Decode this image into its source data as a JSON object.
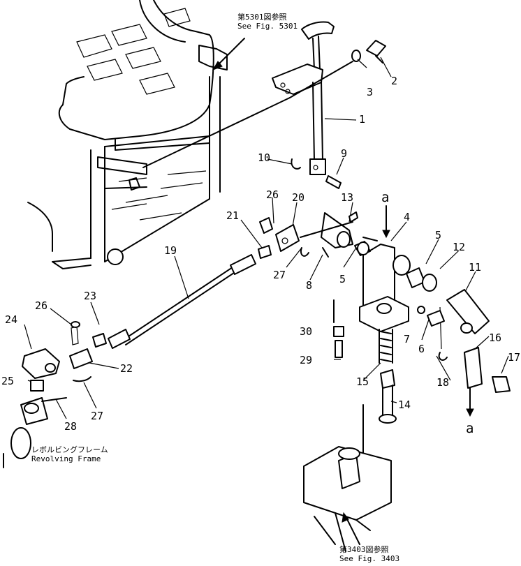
{
  "references": {
    "top_jp": "第5301図参照",
    "top_en": "See Fig. 5301",
    "frame_jp": "レボルビングフレーム",
    "frame_en": "Revolving Frame",
    "bottom_jp": "第3403図参照",
    "bottom_en": "See Fig. 3403"
  },
  "arrow_label": "a",
  "parts": {
    "p1": "1",
    "p2": "2",
    "p3": "3",
    "p4": "4",
    "p5a": "5",
    "p5b": "5",
    "p6": "6",
    "p7": "7",
    "p8": "8",
    "p9": "9",
    "p10": "10",
    "p11": "11",
    "p12": "12",
    "p13": "13",
    "p14": "14",
    "p15": "15",
    "p16": "16",
    "p17": "17",
    "p18": "18",
    "p19": "19",
    "p20": "20",
    "p21": "21",
    "p22": "22",
    "p23": "23",
    "p24": "24",
    "p25": "25",
    "p26a": "26",
    "p26b": "26",
    "p27a": "27",
    "p27b": "27",
    "p28": "28",
    "p29": "29",
    "p30": "30"
  }
}
